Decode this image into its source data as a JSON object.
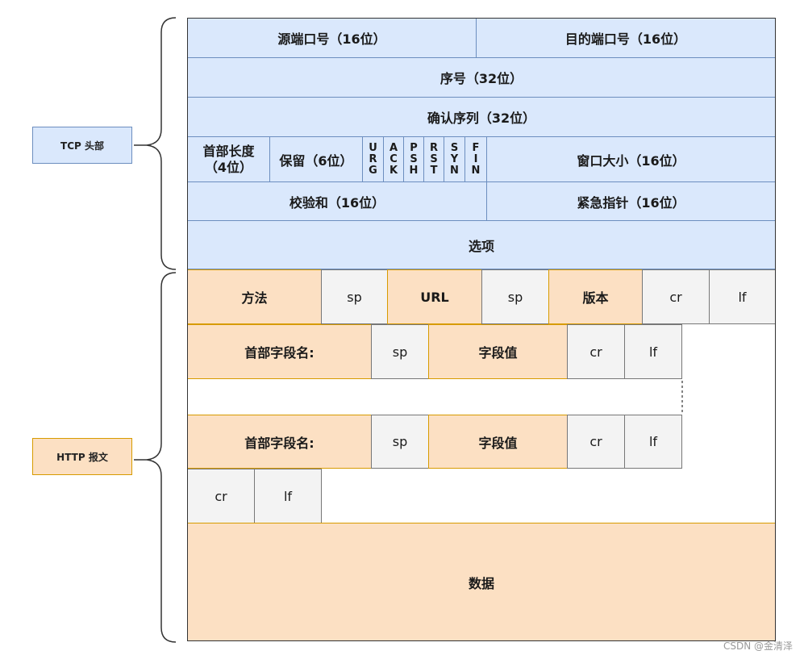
{
  "labels": {
    "tcp": "TCP 头部",
    "http": "HTTP 报文"
  },
  "tcp": {
    "src_port": "源端口号（16位）",
    "dst_port": "目的端口号（16位）",
    "seq": "序号（32位）",
    "ack": "确认序列（32位）",
    "hdr_len_1": "首部长度",
    "hdr_len_2": "（4位）",
    "reserved": "保留（6位）",
    "flags": [
      [
        "U",
        "R",
        "G"
      ],
      [
        "A",
        "C",
        "K"
      ],
      [
        "P",
        "S",
        "H"
      ],
      [
        "R",
        "S",
        "T"
      ],
      [
        "S",
        "Y",
        "N"
      ],
      [
        "F",
        "I",
        "N"
      ]
    ],
    "window": "窗口大小（16位）",
    "checksum": "校验和（16位）",
    "urgent": "紧急指针（16位）",
    "options": "选项"
  },
  "http": {
    "request_line": [
      "方法",
      "sp",
      "URL",
      "sp",
      "版本",
      "cr",
      "lf"
    ],
    "header_row_1": [
      "首部字段名:",
      "sp",
      "字段值",
      "cr",
      "lf"
    ],
    "header_row_2": [
      "首部字段名:",
      "sp",
      "字段值",
      "cr",
      "lf"
    ],
    "end_line": [
      "cr",
      "lf"
    ],
    "body": "数据"
  },
  "watermark": "CSDN @金清泽"
}
